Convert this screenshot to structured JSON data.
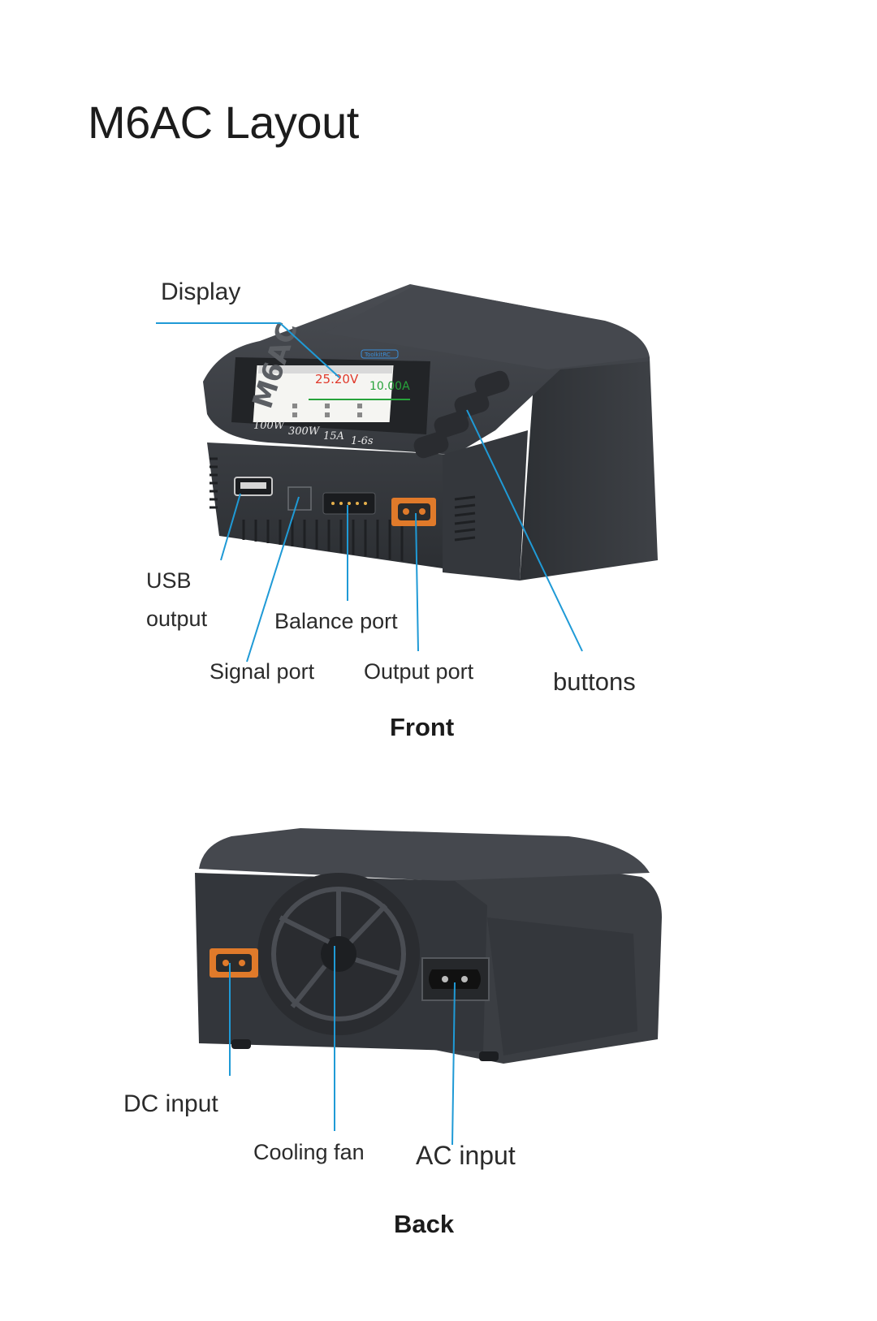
{
  "page_title": "M6AC Layout",
  "front": {
    "caption": "Front",
    "labels": {
      "display": "Display",
      "usb_1": "USB",
      "usb_2": "output",
      "balance": "Balance port",
      "signal": "Signal port",
      "output": "Output port",
      "buttons": "buttons"
    },
    "device": {
      "model": "M6AC",
      "brand": "ToolkitRC",
      "screen_voltage": "25.20V",
      "screen_current": "10.00A",
      "specs": [
        "100W",
        "300W",
        "15A",
        "1-6s"
      ]
    }
  },
  "back": {
    "caption": "Back",
    "labels": {
      "dc": "DC input",
      "fan": "Cooling fan",
      "ac": "AC input"
    }
  },
  "colors": {
    "callout": "#1f9ad6",
    "body": "#3a3d42",
    "port_orange": "#e07a2a",
    "voltage_red": "#e0392b",
    "current_green": "#27a33a"
  }
}
